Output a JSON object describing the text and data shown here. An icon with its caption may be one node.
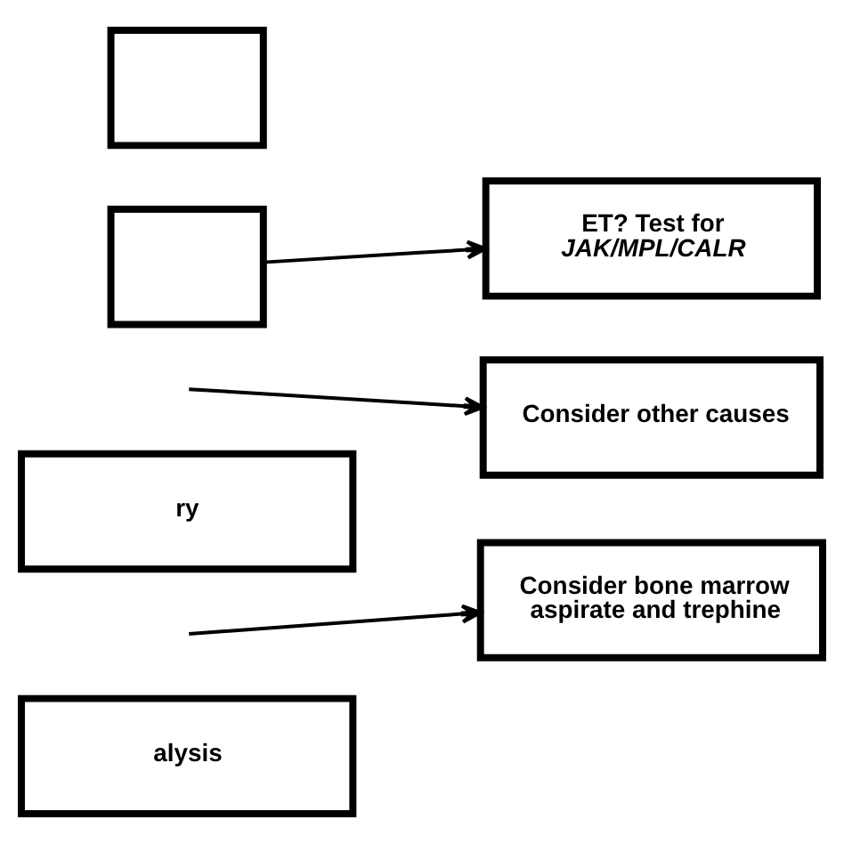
{
  "diagram": {
    "nodes": [
      {
        "text": [],
        "shape": "box"
      },
      {
        "text": [],
        "shape": "box"
      },
      {
        "text": [
          "ET? Test for *JAK/MPL/CALR*"
        ]
      },
      {
        "text": [
          "Consider other causes"
        ]
      },
      {
        "text": [
          "ry"
        ]
      },
      {
        "text": [
          "Consider bone marrow aspirate and trephine"
        ]
      },
      {
        "text": [
          "alysis"
        ]
      }
    ],
    "edges": [
      {
        "from": 1,
        "to": 2,
        "arrow": "to"
      },
      {
        "from": null,
        "to": 3,
        "arrow": "to"
      },
      {
        "from": null,
        "to": 5,
        "arrow": "to"
      }
    ]
  }
}
